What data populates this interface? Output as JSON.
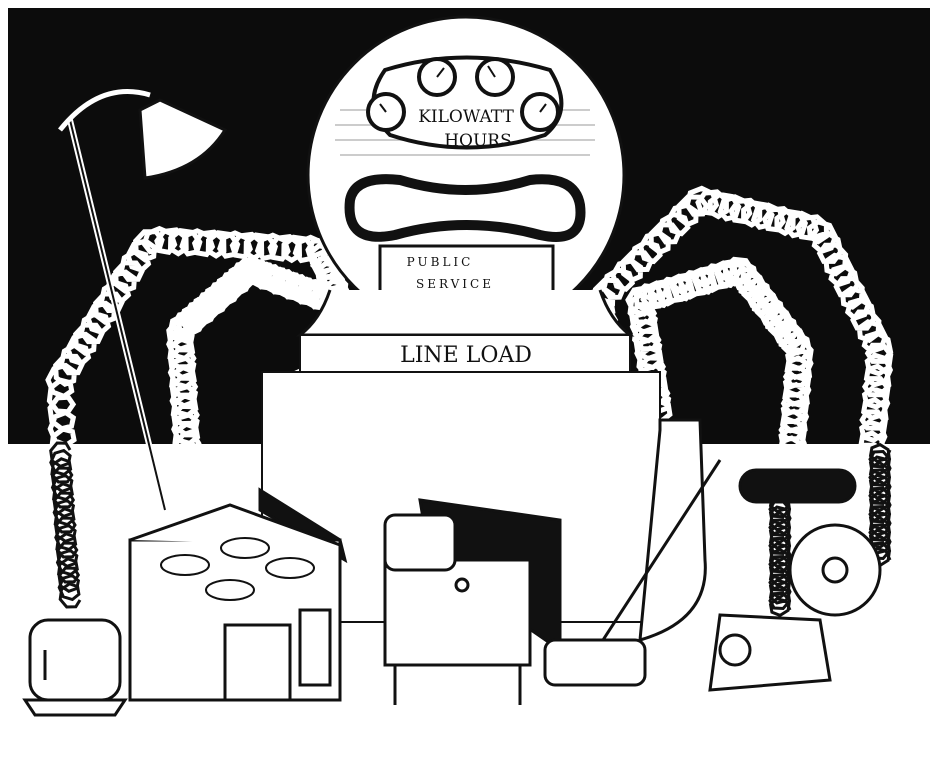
{
  "meter": {
    "dial_label_line1": "KILOWATT",
    "dial_label_line2": "HOURS",
    "plate_line1": "PUBLIC",
    "plate_line2": "SERVICE",
    "base_label": "LINE LOAD"
  },
  "colors": {
    "ink": "#111111",
    "paper": "#ffffff"
  }
}
